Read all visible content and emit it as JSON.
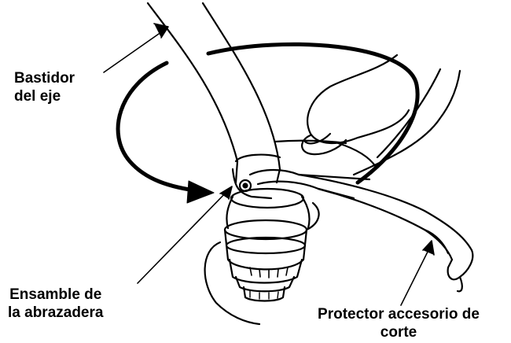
{
  "labels": {
    "shaft_housing": {
      "line1": "Bastidor",
      "line2": "del eje"
    },
    "clamp_assembly": {
      "line1": "Ensamble de",
      "line2": "la abrazadera"
    },
    "attachment_guard": {
      "line1": "Protector accesorio de",
      "line2": "corte"
    }
  },
  "colors": {
    "ink": "#000000",
    "paper": "#ffffff"
  },
  "icons": [
    "rotation-arrow-icon",
    "hand-icon",
    "screw-icon"
  ]
}
